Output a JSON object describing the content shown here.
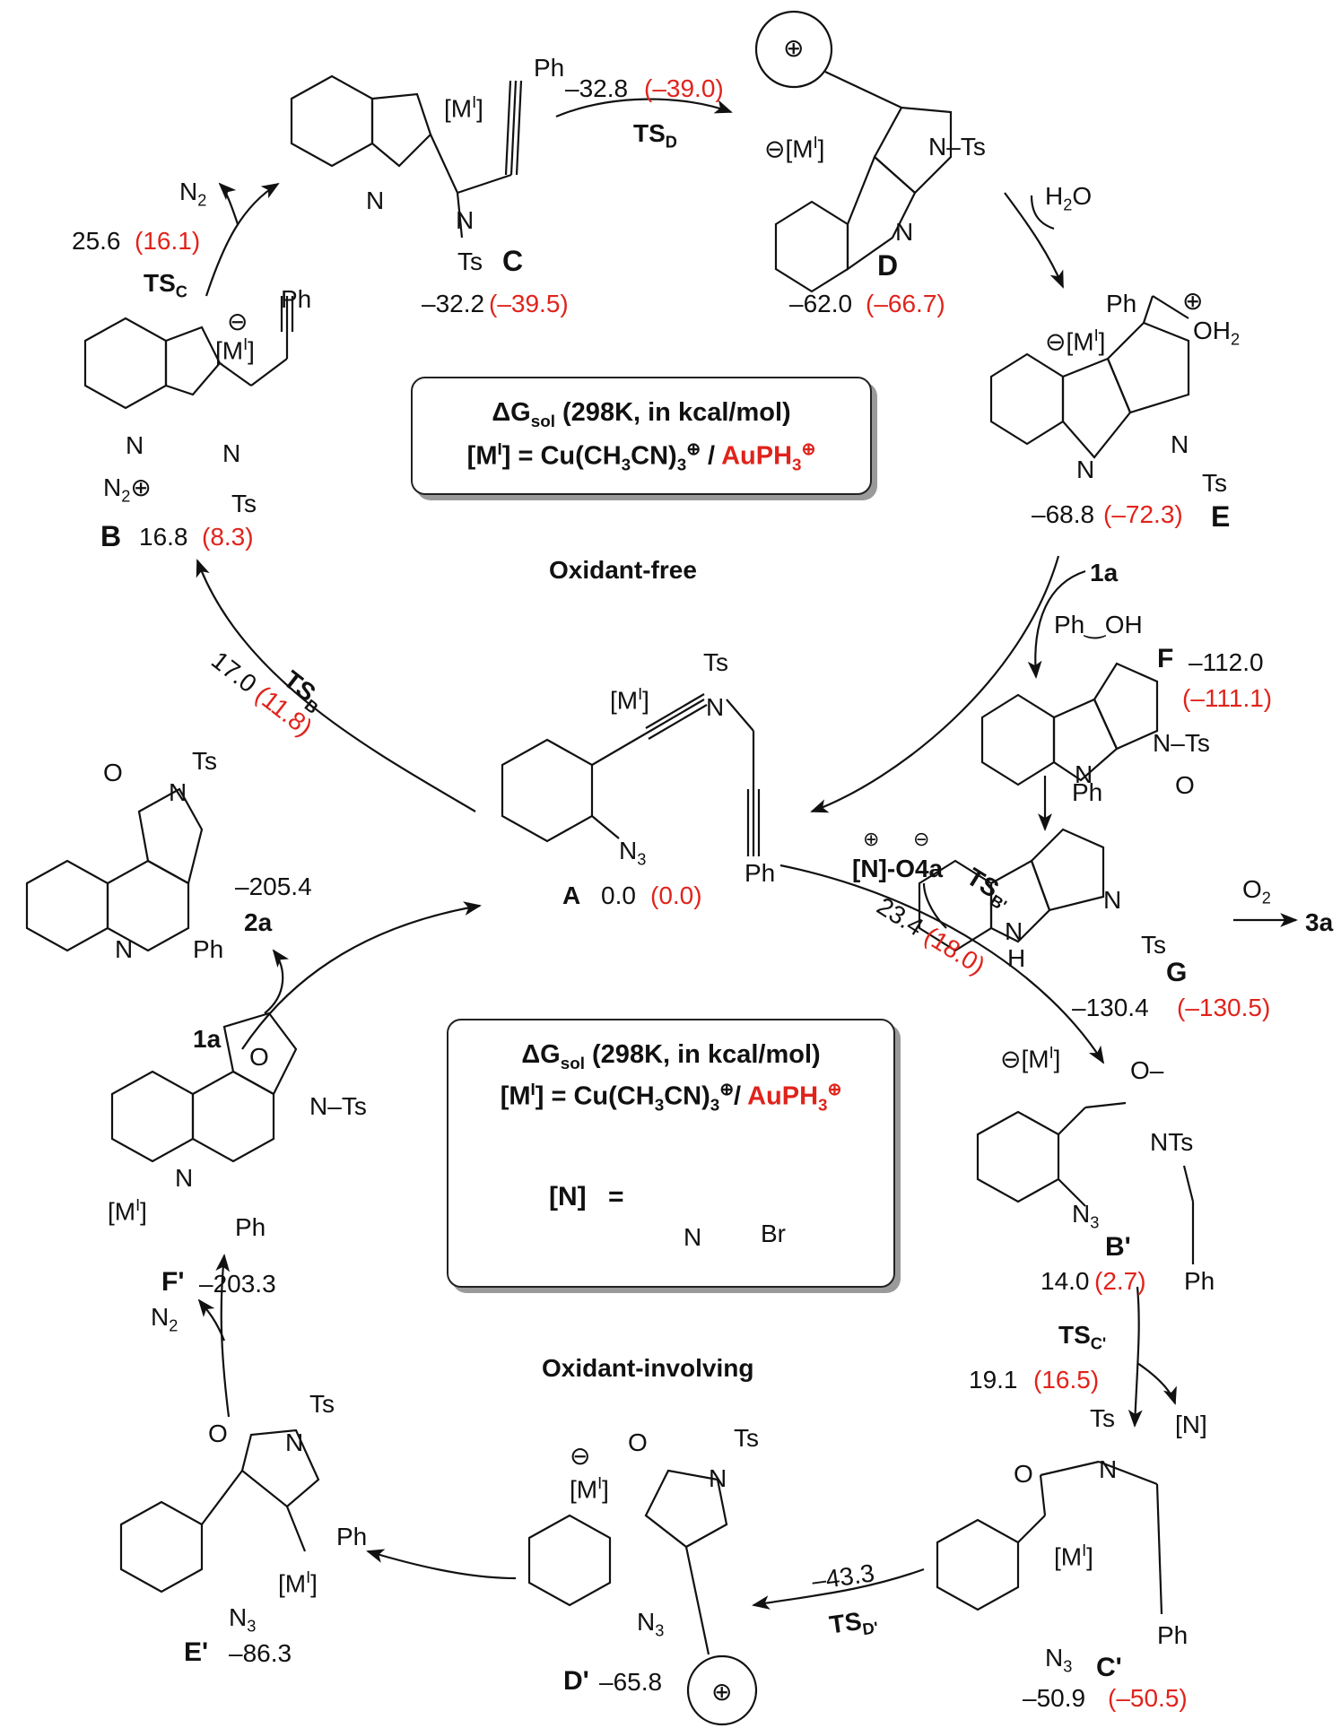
{
  "cycle_titles": {
    "top": "Oxidant-free",
    "bottom": "Oxidant-involving"
  },
  "legend_top": {
    "line1_prefix": "ΔG",
    "line1_sub": "sol",
    "line1_rest": " (298K, in kcal/mol)",
    "line2_cu": "[M",
    "line2_cu_sup": "I",
    "line2_eq": "] = Cu(CH",
    "line2_ch3": "3",
    "line2_cn": "CN)",
    "line2_n3": "3",
    "line2_plus": "⊕",
    "line2_sep": " / ",
    "line2_au": "AuPH",
    "line2_au3": "3",
    "line2_au_plus": "⊕"
  },
  "legend_bottom": {
    "line1_prefix": "ΔG",
    "line1_sub": "sol",
    "line1_rest": " (298K, in kcal/mol)",
    "line2_cu": "[M",
    "line2_cu_sup": "I",
    "line2_eq": "] = Cu(CH",
    "line2_ch3": "3",
    "line2_cn": "CN)",
    "line2_n3": "3",
    "line2_plus": "⊕",
    "line2_sep": "/ ",
    "line2_au": "AuPH",
    "line2_au3": "3",
    "line2_au_plus": "⊕",
    "n_label": "[N]",
    "n_eq": "=",
    "br": "Br",
    "n_atom": "N"
  },
  "species": {
    "A": {
      "name": "A",
      "energy": "0.0",
      "energy_au": "(0.0)"
    },
    "B": {
      "name": "B",
      "energy": "16.8",
      "energy_au": "(8.3)"
    },
    "C": {
      "name": "C",
      "energy": "–32.2",
      "energy_au": "(–39.5)"
    },
    "D": {
      "name": "D",
      "energy": "–62.0",
      "energy_au": "(–66.7)"
    },
    "E": {
      "name": "E",
      "energy": "–68.8",
      "energy_au": "(–72.3)"
    },
    "F": {
      "name": "F",
      "energy": "–112.0",
      "energy_au": "(–111.1)"
    },
    "G": {
      "name": "G",
      "energy": "–130.4",
      "energy_au": "(–130.5)"
    },
    "Bp": {
      "name": "B'",
      "energy": "14.0",
      "energy_au": "(2.7)"
    },
    "Cp": {
      "name": "C'",
      "energy": "–50.9",
      "energy_au": "(–50.5)"
    },
    "Dp": {
      "name": "D'",
      "energy": "–65.8"
    },
    "Ep": {
      "name": "E'",
      "energy": "–86.3"
    },
    "Fp": {
      "name": "F'",
      "energy": "–203.3"
    },
    "p2a": {
      "name": "2a",
      "energy": "–205.4"
    }
  },
  "transition_states": {
    "TSB": {
      "label": "TS",
      "sub": "B",
      "energy": "17.0",
      "energy_au": "(11.8)"
    },
    "TSC": {
      "label": "TS",
      "sub": "C",
      "energy": "25.6",
      "energy_au": "(16.1)"
    },
    "TSD": {
      "label": "TS",
      "sub": "D",
      "energy": "–32.8",
      "energy_au": "(–39.0)"
    },
    "TSBp": {
      "label": "TS",
      "sub": "B'",
      "energy": "23.4",
      "energy_au": "(18.0)"
    },
    "TSCp": {
      "label": "TS",
      "sub": "C'",
      "energy": "19.1",
      "energy_au": "(16.5)"
    },
    "TSDp": {
      "label": "TS",
      "sub": "D'",
      "energy": "–43.3"
    }
  },
  "reagents": {
    "N2": "N",
    "N2_sub": "2",
    "H2O": "H",
    "H2O_sub": "2",
    "H2O_o": "O",
    "one_a": "1a",
    "O2": "O",
    "O2_sub": "2",
    "three_a": "3a",
    "N_release": "[N]",
    "oxidant": "[N]-O4a",
    "plus": "⊕",
    "minus": "⊖"
  },
  "atoms": {
    "Ts": "Ts",
    "Ph": "Ph",
    "N": "N",
    "O": "O",
    "OH": "OH",
    "OH2": "OH",
    "NH": "H",
    "N3": "N",
    "N3_sub": "3",
    "M": "[M",
    "M_sup": "I",
    "M_close": "]",
    "NTs": "NTs",
    "Br": "Br"
  }
}
